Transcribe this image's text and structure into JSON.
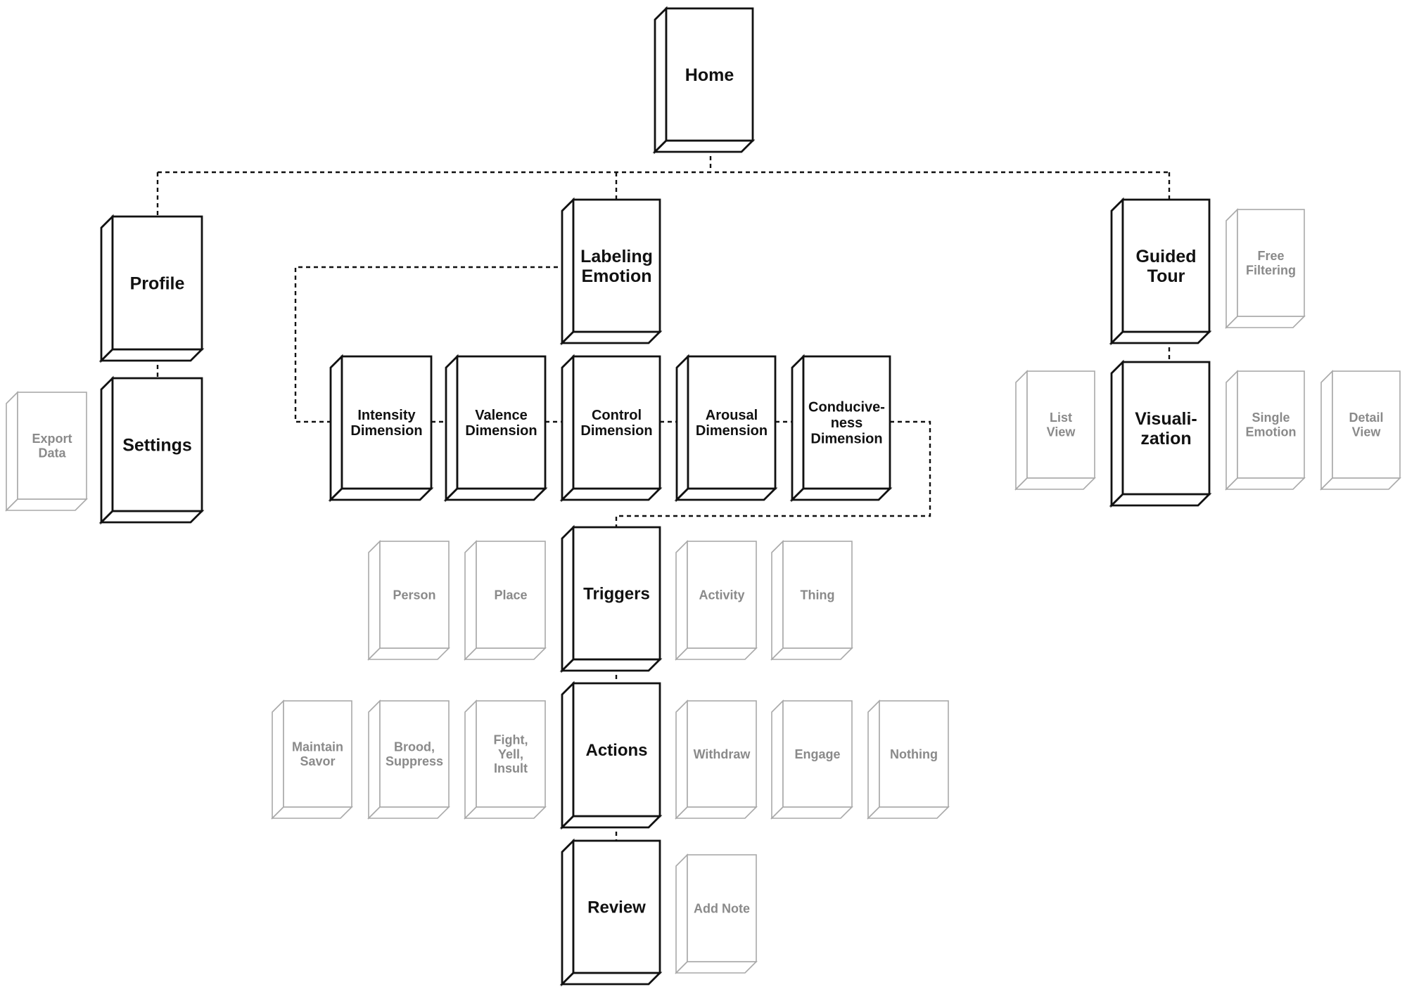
{
  "colors": {
    "primary_stroke": "#111111",
    "secondary_stroke": "#a9a9a9",
    "secondary_text": "#8a8a8a",
    "background": "#ffffff"
  },
  "nodes": {
    "home": {
      "lines": [
        "Home"
      ],
      "style": "primary"
    },
    "profile": {
      "lines": [
        "Profile"
      ],
      "style": "primary"
    },
    "settings": {
      "lines": [
        "Settings"
      ],
      "style": "primary"
    },
    "export_data": {
      "lines": [
        "Export",
        "Data"
      ],
      "style": "secondary"
    },
    "labeling_emotion": {
      "lines": [
        "Labeling",
        "Emotion"
      ],
      "style": "primary"
    },
    "intensity_dimension": {
      "lines": [
        "Intensity",
        "Dimension"
      ],
      "style": "primary"
    },
    "valence_dimension": {
      "lines": [
        "Valence",
        "Dimension"
      ],
      "style": "primary"
    },
    "control_dimension": {
      "lines": [
        "Control",
        "Dimension"
      ],
      "style": "primary"
    },
    "arousal_dimension": {
      "lines": [
        "Arousal",
        "Dimension"
      ],
      "style": "primary"
    },
    "conduciveness_dimension": {
      "lines": [
        "Conducive-",
        "ness",
        "Dimension"
      ],
      "style": "primary"
    },
    "triggers": {
      "lines": [
        "Triggers"
      ],
      "style": "primary"
    },
    "person": {
      "lines": [
        "Person"
      ],
      "style": "secondary"
    },
    "place": {
      "lines": [
        "Place"
      ],
      "style": "secondary"
    },
    "activity": {
      "lines": [
        "Activity"
      ],
      "style": "secondary"
    },
    "thing": {
      "lines": [
        "Thing"
      ],
      "style": "secondary"
    },
    "actions": {
      "lines": [
        "Actions"
      ],
      "style": "primary"
    },
    "maintain_savor": {
      "lines": [
        "Maintain",
        "Savor"
      ],
      "style": "secondary"
    },
    "brood_suppress": {
      "lines": [
        "Brood,",
        "Suppress"
      ],
      "style": "secondary"
    },
    "fight_yell_insult": {
      "lines": [
        "Fight,",
        "Yell,",
        "Insult"
      ],
      "style": "secondary"
    },
    "withdraw": {
      "lines": [
        "Withdraw"
      ],
      "style": "secondary"
    },
    "engage": {
      "lines": [
        "Engage"
      ],
      "style": "secondary"
    },
    "nothing": {
      "lines": [
        "Nothing"
      ],
      "style": "secondary"
    },
    "review": {
      "lines": [
        "Review"
      ],
      "style": "primary"
    },
    "add_note": {
      "lines": [
        "Add Note"
      ],
      "style": "secondary"
    },
    "guided_tour": {
      "lines": [
        "Guided",
        "Tour"
      ],
      "style": "primary"
    },
    "visualization": {
      "lines": [
        "Visuali-",
        "zation"
      ],
      "style": "primary"
    },
    "free_filtering": {
      "lines": [
        "Free",
        "Filtering"
      ],
      "style": "secondary"
    },
    "list_view": {
      "lines": [
        "List",
        "View"
      ],
      "style": "secondary"
    },
    "single_emotion": {
      "lines": [
        "Single",
        "Emotion"
      ],
      "style": "secondary"
    },
    "detail_view": {
      "lines": [
        "Detail",
        "View"
      ],
      "style": "secondary"
    }
  }
}
